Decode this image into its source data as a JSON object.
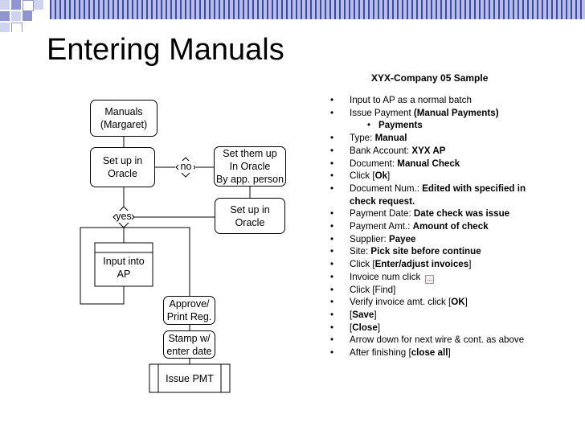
{
  "slide": {
    "title": "Entering Manuals"
  },
  "flowchart": {
    "manuals": "Manuals\n(Margaret)",
    "setup_in_oracle": "Set up in\nOracle",
    "decision_no": "no",
    "set_them_up": "Set them up\nIn Oracle\nBy app. person",
    "setup_in_oracle_2": "Set up in\nOracle",
    "decision_yes": "yes",
    "input_into_ap": "Input into\nAP",
    "approve": "Approve/\nPrint Reg.",
    "stamp": "Stamp w/\nenter date",
    "issue_pmt": "Issue PMT"
  },
  "steps": {
    "title": "XYX-Company 05 Sample",
    "items": [
      {
        "level": 1,
        "parts": [
          {
            "t": "Input to AP as a normal batch",
            "b": false
          }
        ]
      },
      {
        "level": 1,
        "parts": [
          {
            "t": "Issue Payment ",
            "b": false
          },
          {
            "t": "(Manual Payments)",
            "b": true
          }
        ]
      },
      {
        "level": 2,
        "parts": [
          {
            "t": "Payments",
            "b": true
          }
        ]
      },
      {
        "level": 1,
        "parts": [
          {
            "t": "Type: ",
            "b": false
          },
          {
            "t": "Manual",
            "b": true
          }
        ]
      },
      {
        "level": 1,
        "parts": [
          {
            "t": "Bank Account: ",
            "b": false
          },
          {
            "t": "XYX AP",
            "b": true
          }
        ]
      },
      {
        "level": 1,
        "parts": [
          {
            "t": "Document: ",
            "b": false
          },
          {
            "t": "Manual Check",
            "b": true
          }
        ]
      },
      {
        "level": 1,
        "parts": [
          {
            "t": "Click [",
            "b": false
          },
          {
            "t": "Ok",
            "b": true
          },
          {
            "t": "]",
            "b": false
          }
        ]
      },
      {
        "level": 1,
        "parts": [
          {
            "t": "Document Num.: ",
            "b": false
          },
          {
            "t": "Edited with specified in",
            "b": true
          }
        ]
      },
      {
        "level": 0,
        "parts": [
          {
            "t": "check request.",
            "b": true
          }
        ]
      },
      {
        "level": 1,
        "parts": [
          {
            "t": "Payment Date: ",
            "b": false
          },
          {
            "t": "Date check was issue",
            "b": true
          }
        ]
      },
      {
        "level": 1,
        "parts": [
          {
            "t": "Payment Amt.: ",
            "b": false
          },
          {
            "t": "Amount of check",
            "b": true
          }
        ]
      },
      {
        "level": 1,
        "parts": [
          {
            "t": "Supplier: ",
            "b": false
          },
          {
            "t": "Payee",
            "b": true
          }
        ]
      },
      {
        "level": 1,
        "parts": [
          {
            "t": "Site: ",
            "b": false
          },
          {
            "t": "Pick site before continue",
            "b": true
          }
        ]
      },
      {
        "level": 1,
        "parts": [
          {
            "t": "Click [",
            "b": false
          },
          {
            "t": "Enter/adjust invoices",
            "b": true
          },
          {
            "t": "]",
            "b": false
          }
        ]
      },
      {
        "level": 1,
        "parts": [
          {
            "t": "Invoice num click",
            "b": false
          }
        ],
        "icon": "lov-button-icon"
      },
      {
        "level": 1,
        "parts": [
          {
            "t": "Click [Find]",
            "b": false
          }
        ]
      },
      {
        "level": 1,
        "parts": [
          {
            "t": "Verify invoice amt. click [",
            "b": false
          },
          {
            "t": "OK",
            "b": true
          },
          {
            "t": "]",
            "b": false
          }
        ]
      },
      {
        "level": 1,
        "parts": [
          {
            "t": "[",
            "b": false
          },
          {
            "t": "Save",
            "b": true
          },
          {
            "t": "]",
            "b": false
          }
        ]
      },
      {
        "level": 1,
        "parts": [
          {
            "t": "[",
            "b": false
          },
          {
            "t": "Close",
            "b": true
          },
          {
            "t": "]",
            "b": false
          }
        ]
      },
      {
        "level": 1,
        "parts": [
          {
            "t": "Arrow down for next wire & cont. as above",
            "b": false
          }
        ]
      },
      {
        "level": 1,
        "parts": [
          {
            "t": "After finishing [",
            "b": false
          },
          {
            "t": "close all",
            "b": true
          },
          {
            "t": "]",
            "b": false
          }
        ]
      }
    ]
  },
  "colors": {
    "banner_dark": "#3f4aa6",
    "banner_light": "#b9bee6"
  }
}
